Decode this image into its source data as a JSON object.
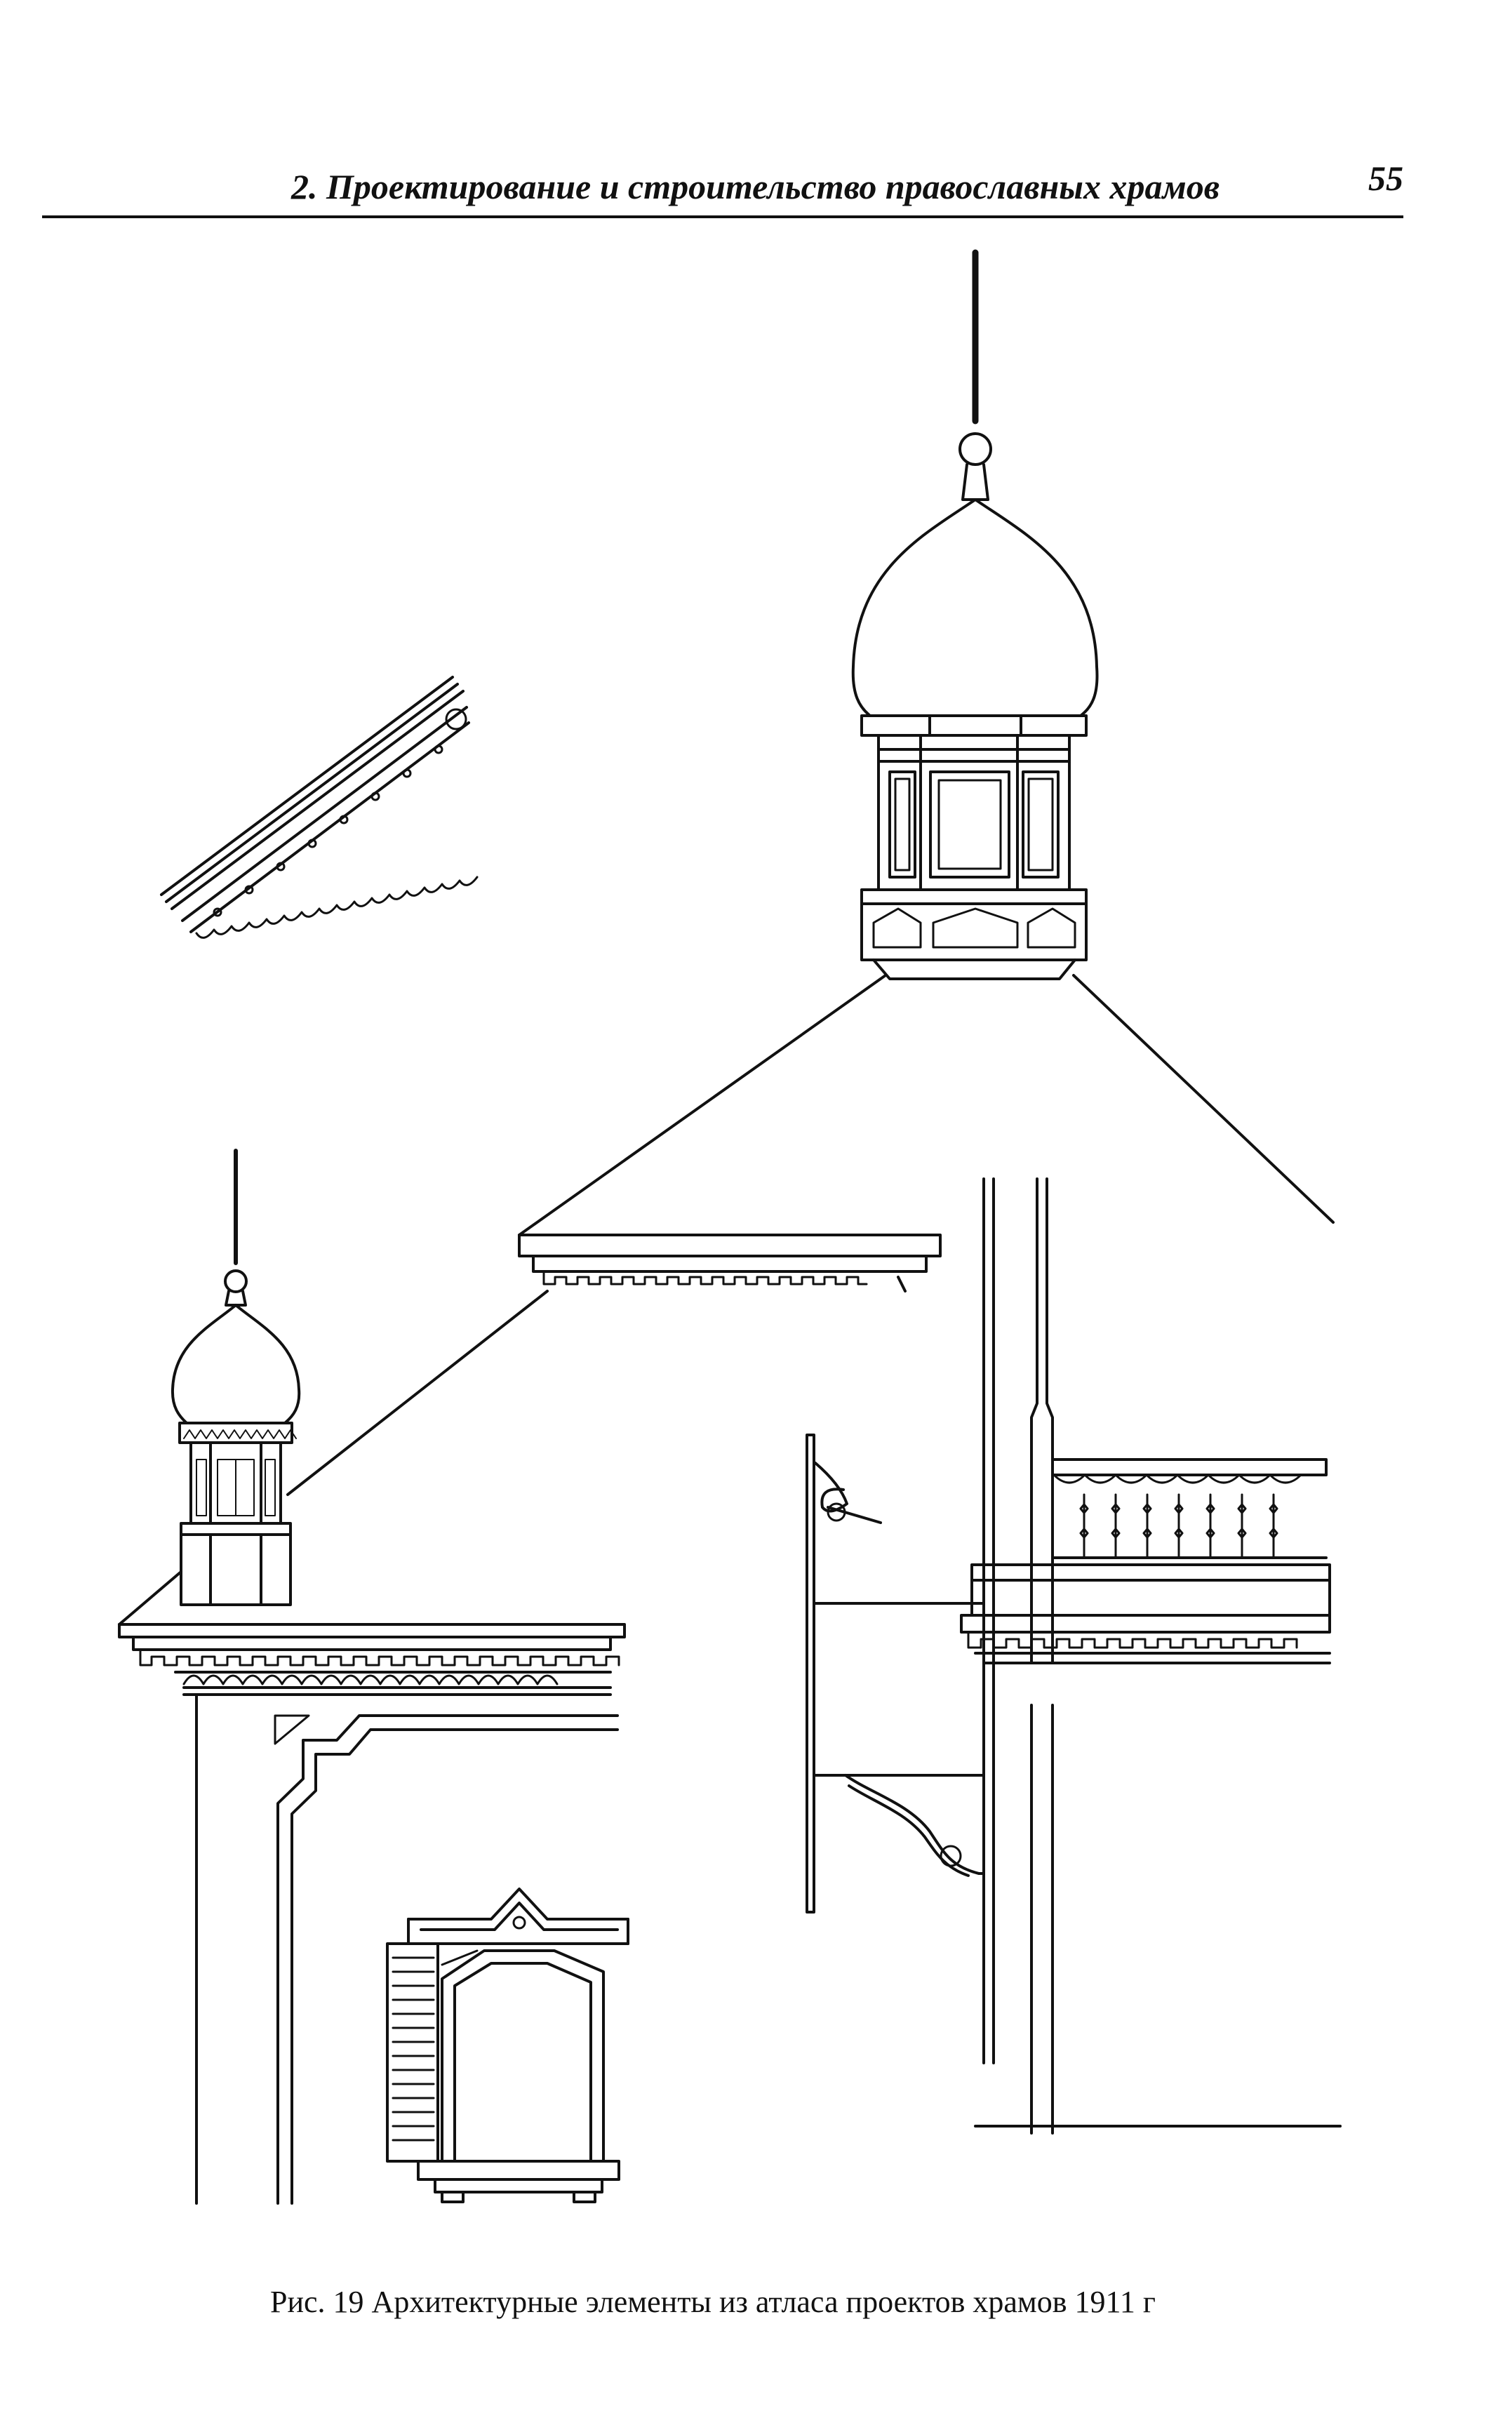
{
  "header": {
    "title": "2. Проектирование и строительство православных храмов",
    "page_number": "55"
  },
  "figure": {
    "caption": "Рис. 19 Архитектурные элементы из атласа проектов храмов 1911 г"
  },
  "colors": {
    "ink": "#111111",
    "paper": "#ffffff"
  }
}
